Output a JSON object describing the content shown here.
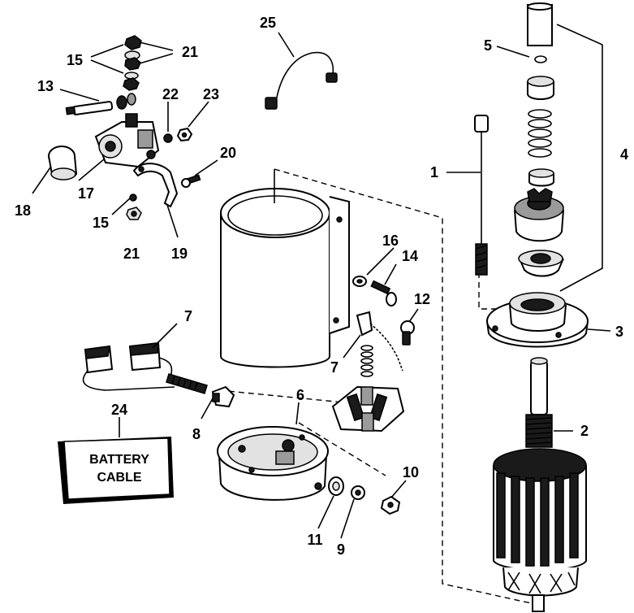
{
  "callouts": {
    "c1": "1",
    "c2": "2",
    "c3": "3",
    "c4": "4",
    "c5": "5",
    "c6": "6",
    "c7a": "7",
    "c7b": "7",
    "c8": "8",
    "c9": "9",
    "c10": "10",
    "c11": "11",
    "c12": "12",
    "c13": "13",
    "c14": "14",
    "c15a": "15",
    "c15b": "15",
    "c16": "16",
    "c17": "17",
    "c18": "18",
    "c19": "19",
    "c20": "20",
    "c21a": "21",
    "c21b": "21",
    "c22": "22",
    "c23": "23",
    "c24": "24",
    "c25": "25"
  },
  "battery_box": {
    "line1": "BATTERY",
    "line2": "CABLE"
  }
}
